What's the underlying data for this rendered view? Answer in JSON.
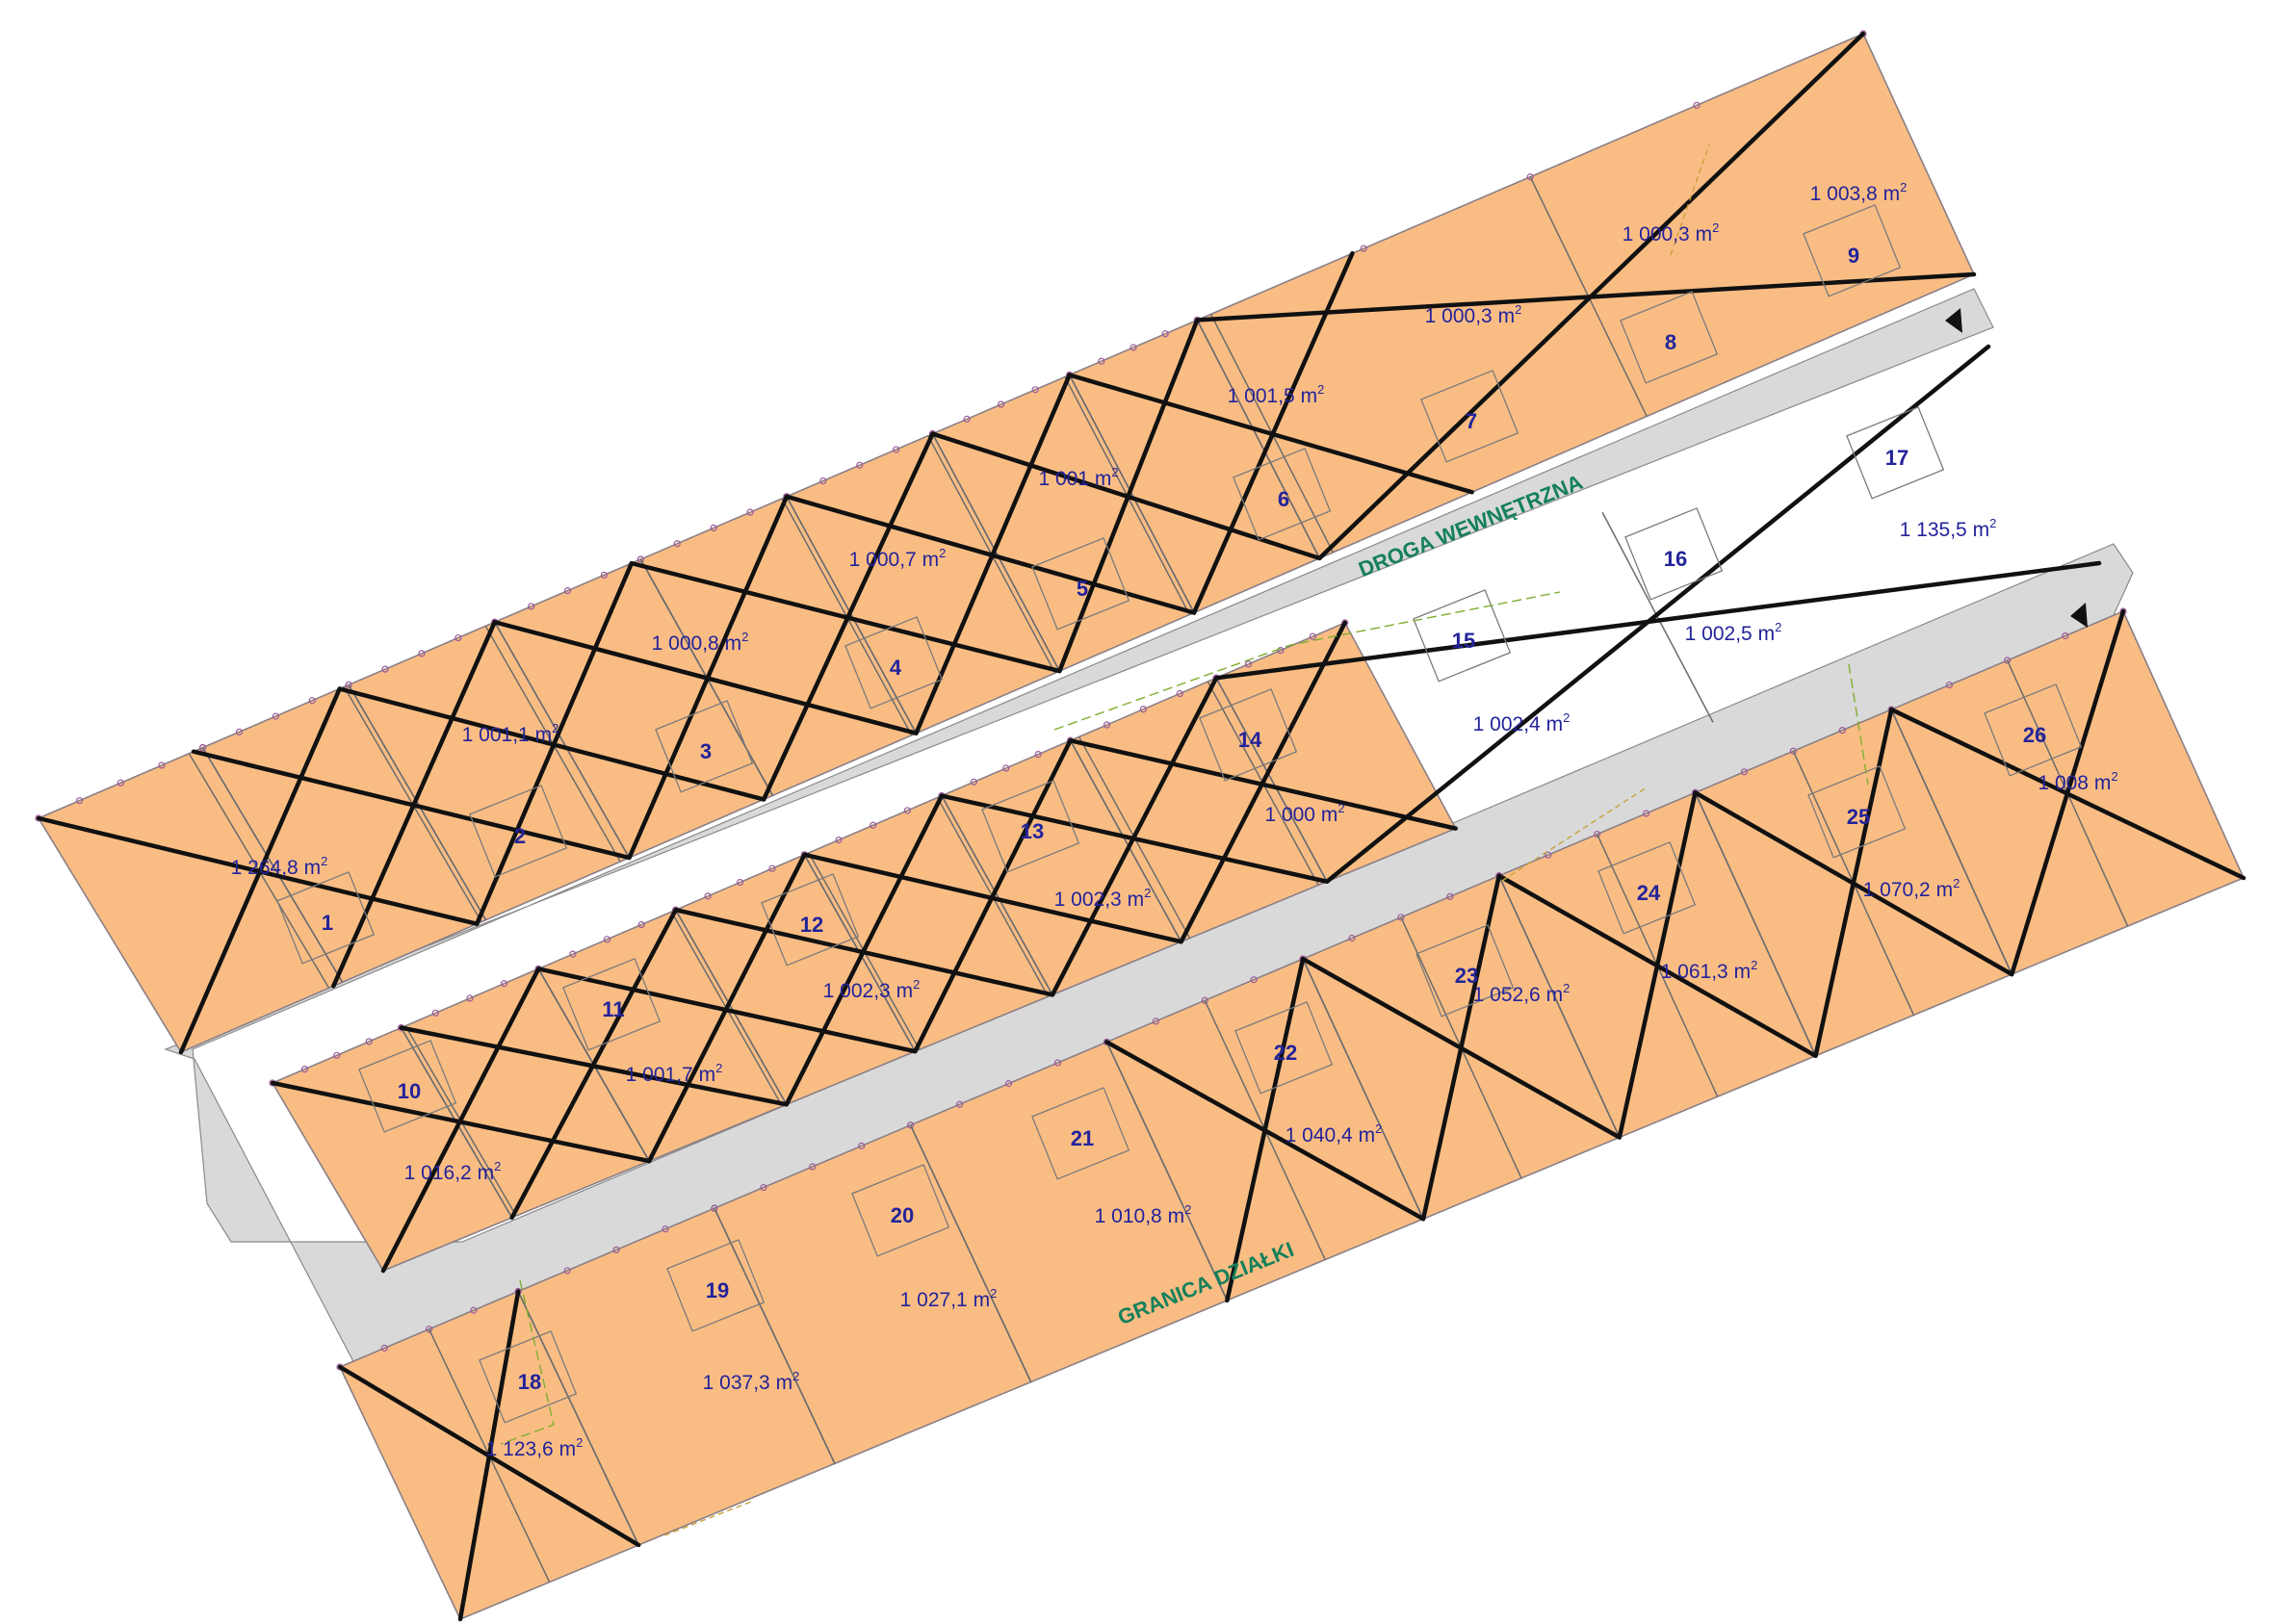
{
  "road_labels": {
    "internal_road": "DROGA WEWNĘTRZNA",
    "plot_boundary": "GRANICA DZIAŁKI"
  },
  "area_unit": "m",
  "area_unit_sup": "2",
  "colors": {
    "lot_fill": "#f9bd84",
    "road_fill": "#d9d9d9",
    "label_blue": "#23239a",
    "label_green": "#15805a"
  },
  "lots": [
    {
      "id": 1,
      "number": "1",
      "area": "1 264,8"
    },
    {
      "id": 2,
      "number": "2",
      "area": "1 001,1"
    },
    {
      "id": 3,
      "number": "3",
      "area": "1 000,8"
    },
    {
      "id": 4,
      "number": "4",
      "area": "1 000,7"
    },
    {
      "id": 5,
      "number": "5",
      "area": "1 001"
    },
    {
      "id": 6,
      "number": "6",
      "area": "1 001,5"
    },
    {
      "id": 7,
      "number": "7",
      "area": "1 000,3"
    },
    {
      "id": 8,
      "number": "8",
      "area": "1 000,3"
    },
    {
      "id": 9,
      "number": "9",
      "area": "1 003,8"
    },
    {
      "id": 10,
      "number": "10",
      "area": "1 016,2"
    },
    {
      "id": 11,
      "number": "11",
      "area": "1 001,7"
    },
    {
      "id": 12,
      "number": "12",
      "area": "1 002,3"
    },
    {
      "id": 13,
      "number": "13",
      "area": "1 002,3"
    },
    {
      "id": 14,
      "number": "14",
      "area": "1 000"
    },
    {
      "id": 15,
      "number": "15",
      "area": "1 002,4"
    },
    {
      "id": 16,
      "number": "16",
      "area": "1 002,5"
    },
    {
      "id": 17,
      "number": "17",
      "area": "1 135,5"
    },
    {
      "id": 18,
      "number": "18",
      "area": "1 123,6"
    },
    {
      "id": 19,
      "number": "19",
      "area": "1 037,3"
    },
    {
      "id": 20,
      "number": "20",
      "area": "1 027,1"
    },
    {
      "id": 21,
      "number": "21",
      "area": "1 010,8"
    },
    {
      "id": 22,
      "number": "22",
      "area": "1 040,4"
    },
    {
      "id": 23,
      "number": "23",
      "area": "1 052,6"
    },
    {
      "id": 24,
      "number": "24",
      "area": "1 061,3"
    },
    {
      "id": 25,
      "number": "25",
      "area": "1 070,2"
    },
    {
      "id": 26,
      "number": "26",
      "area": "1 008"
    }
  ]
}
